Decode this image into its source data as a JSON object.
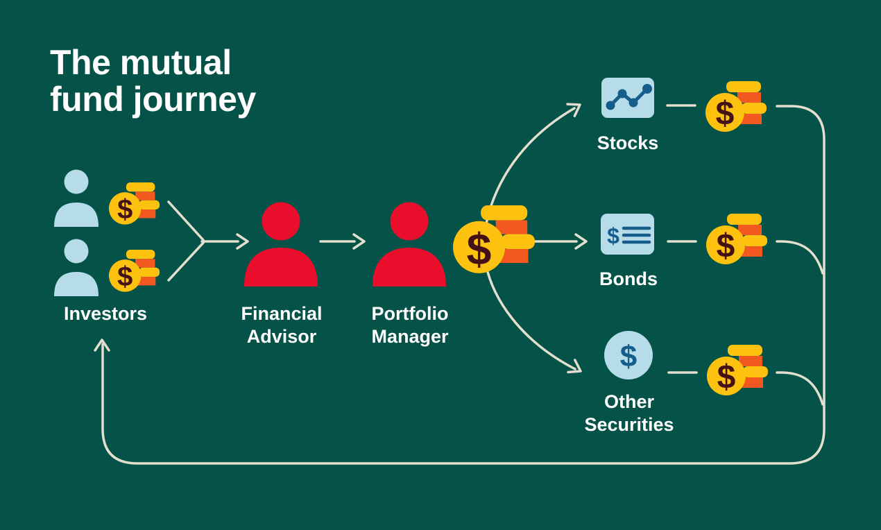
{
  "title": {
    "line1": "The mutual",
    "line2": "fund journey"
  },
  "nodes": {
    "investors": {
      "label": "Investors"
    },
    "financial_advisor": {
      "line1": "Financial",
      "line2": "Advisor"
    },
    "portfolio_manager": {
      "line1": "Portfolio",
      "line2": "Manager"
    },
    "stocks": {
      "label": "Stocks"
    },
    "bonds": {
      "label": "Bonds"
    },
    "other_securities": {
      "line1": "Other",
      "line2": "Securities"
    }
  },
  "icons": {
    "currency_symbol": "$",
    "investor_icon": "person-silhouette",
    "advisor_icon": "person-silhouette",
    "manager_icon": "person-silhouette",
    "money_icon": "coin-stack",
    "stocks_icon": "line-chart-panel",
    "bonds_icon": "dollar-document-panel",
    "other_securities_icon": "dollar-circle"
  },
  "flows": [
    {
      "from": "investors",
      "to": "financial_advisor"
    },
    {
      "from": "financial_advisor",
      "to": "portfolio_manager"
    },
    {
      "from": "portfolio_manager",
      "to": "stocks"
    },
    {
      "from": "portfolio_manager",
      "to": "bonds"
    },
    {
      "from": "portfolio_manager",
      "to": "other_securities"
    },
    {
      "from": "stocks",
      "to": "investors"
    },
    {
      "from": "bonds",
      "to": "investors"
    },
    {
      "from": "other_securities",
      "to": "investors"
    }
  ],
  "colors": {
    "background": "#055248",
    "text": "#ffffff",
    "investor_blue": "#b6dce9",
    "professional_red": "#e90f2c",
    "coin_yellow": "#fdc110",
    "coin_orange": "#f2581f",
    "coin_symbol_maroon": "#441114",
    "panel_light_blue": "#b6dce9",
    "glyph_blue": "#155e8c",
    "connector_cream": "#e2dfcf"
  }
}
